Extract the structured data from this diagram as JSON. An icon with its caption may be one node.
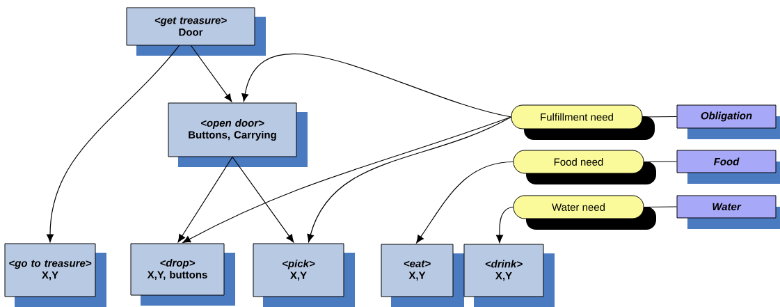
{
  "diagram": {
    "nodes": [
      {
        "text": [
          "<get treasure>",
          "Door"
        ]
      },
      {
        "text": [
          "<open door>",
          "Buttons, Carrying"
        ]
      },
      {
        "text": [
          "<go to treasure>",
          "X,Y"
        ]
      },
      {
        "text": [
          "<drop>",
          "X,Y, buttons"
        ]
      },
      {
        "text": [
          "<pick>",
          "X,Y"
        ]
      },
      {
        "text": [
          "<eat>",
          "X,Y"
        ]
      },
      {
        "text": [
          "<drink>",
          "X,Y"
        ]
      },
      {
        "text": [
          "Fulfillment need"
        ]
      },
      {
        "text": [
          "Food need"
        ]
      },
      {
        "text": [
          "Water need"
        ]
      },
      {
        "text": [
          "Obligation"
        ]
      },
      {
        "text": [
          "Food"
        ]
      },
      {
        "text": [
          "Water"
        ]
      }
    ],
    "edges": [
      {
        "from": 0,
        "to": 1,
        "arrow": "to"
      },
      {
        "from": 0,
        "to": 2,
        "arrow": "to"
      },
      {
        "from": 7,
        "to": 1,
        "arrow": "to"
      },
      {
        "from": 1,
        "to": 3,
        "arrow": "to"
      },
      {
        "from": 1,
        "to": 4,
        "arrow": "to"
      },
      {
        "from": 7,
        "to": 3,
        "arrow": "to"
      },
      {
        "from": 7,
        "to": 4,
        "arrow": "to"
      },
      {
        "from": 8,
        "to": 5,
        "arrow": "to"
      },
      {
        "from": 9,
        "to": 6,
        "arrow": "to"
      },
      {
        "from": 10,
        "to": 7,
        "arrow": "none"
      },
      {
        "from": 11,
        "to": 8,
        "arrow": "none"
      },
      {
        "from": 12,
        "to": 9,
        "arrow": "none"
      }
    ]
  }
}
